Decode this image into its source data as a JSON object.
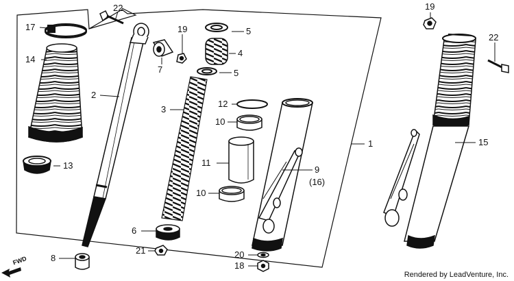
{
  "callouts": {
    "c22a": "22",
    "c17": "17",
    "c19a": "19",
    "c5a": "5",
    "c4": "4",
    "c14": "14",
    "c7": "7",
    "c5b": "5",
    "c2": "2",
    "c3": "3",
    "c12": "12",
    "c10a": "10",
    "c1": "1",
    "c13": "13",
    "c11": "11",
    "c9": "9",
    "c9b": "(16)",
    "c10b": "10",
    "c6": "6",
    "c21": "21",
    "c20": "20",
    "c8": "8",
    "c18": "18",
    "c19b": "19",
    "c22b": "22",
    "c15": "15"
  },
  "direction_label": "FWD",
  "credit": "Rendered by LeadVenture, Inc.",
  "colors": {
    "ink": "#111111",
    "background": "#ffffff"
  }
}
